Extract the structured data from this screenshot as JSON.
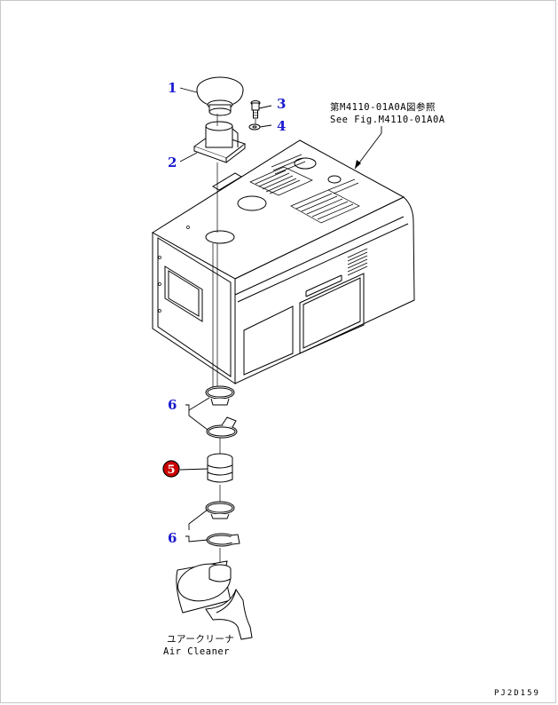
{
  "diagram": {
    "reference_note": {
      "japanese": "第M4110-01A0A図参照",
      "english": "See Fig.M4110-01A0A"
    },
    "air_cleaner_label": {
      "japanese": "ユアークリーナ",
      "english": "Air Cleaner"
    },
    "figure_code": "PJ2D159",
    "callouts": [
      {
        "id": "part-1",
        "number": "1"
      },
      {
        "id": "part-2",
        "number": "2"
      },
      {
        "id": "part-3",
        "number": "3"
      },
      {
        "id": "part-4",
        "number": "4"
      },
      {
        "id": "part-5",
        "number": "5",
        "highlighted": true,
        "highlight_color": "#cc0000"
      },
      {
        "id": "part-6-upper",
        "number": "6"
      },
      {
        "id": "part-6-lower",
        "number": "6"
      }
    ],
    "colors": {
      "callout_text": "#1a1ad0",
      "highlight_badge": "#cc0000",
      "line": "#000000"
    }
  }
}
